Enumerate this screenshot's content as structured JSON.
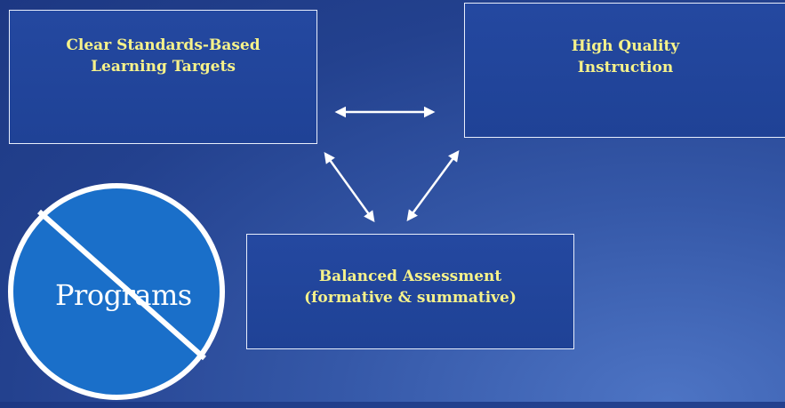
{
  "boxes": {
    "targets": {
      "line1": "Clear Standards-Based",
      "line2": "Learning Targets"
    },
    "instruction": {
      "line1": "High Quality",
      "line2": "Instruction"
    },
    "assessment": {
      "line1": "Balanced Assessment",
      "line2": "(formative & summative)"
    }
  },
  "prohibited": {
    "label": "Programs"
  },
  "colors": {
    "box_text": "#f6f28a",
    "box_border": "#e8eefc",
    "circle_fill": "#1a6fc9",
    "circle_stroke": "#ffffff",
    "arrow": "#ffffff"
  }
}
